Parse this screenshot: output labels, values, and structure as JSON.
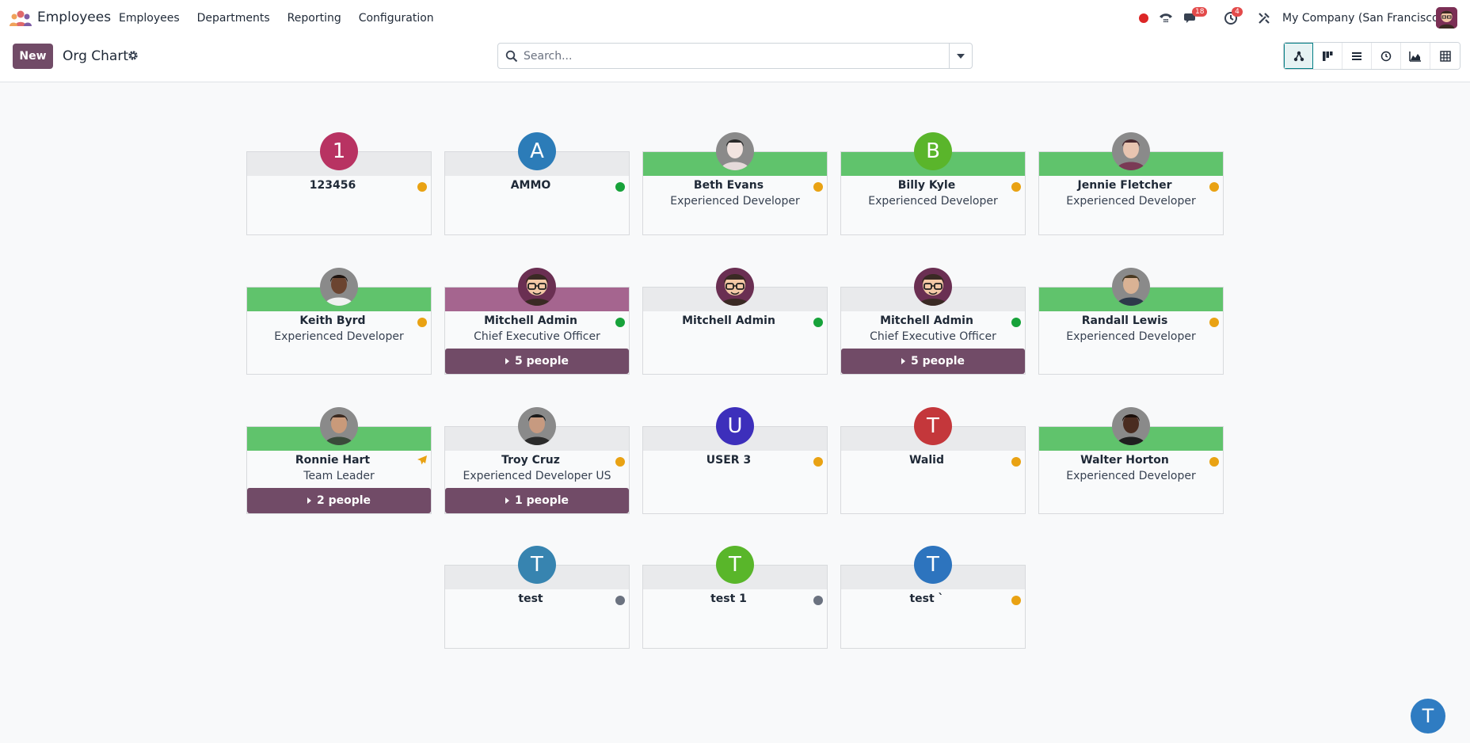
{
  "app": {
    "name": "Employees"
  },
  "nav": [
    "Employees",
    "Departments",
    "Reporting",
    "Configuration"
  ],
  "systray": {
    "messages_badge": "18",
    "activities_badge": "4",
    "company": "My Company (San Francisco)"
  },
  "control": {
    "new_label": "New",
    "title": "Org Chart",
    "search_placeholder": "Search..."
  },
  "cards": [
    {
      "name": "123456",
      "job": "",
      "band": "gray",
      "status": "orange",
      "avatar": {
        "type": "letter",
        "letter": "1",
        "color": "#b83362"
      },
      "people": ""
    },
    {
      "name": "AMMO",
      "job": "",
      "band": "gray",
      "status": "green",
      "avatar": {
        "type": "letter",
        "letter": "A",
        "color": "#2c7cb8"
      },
      "people": ""
    },
    {
      "name": "Beth Evans",
      "job": "Experienced Developer",
      "band": "green",
      "status": "orange",
      "avatar": {
        "type": "photo",
        "skin": "#f2e4e0",
        "hair": "#2a2a2a",
        "shirt": "#e5dada"
      },
      "people": ""
    },
    {
      "name": "Billy Kyle",
      "job": "Experienced Developer",
      "band": "green",
      "status": "orange",
      "avatar": {
        "type": "letter",
        "letter": "B",
        "color": "#5ab52b"
      },
      "people": ""
    },
    {
      "name": "Jennie Fletcher",
      "job": "Experienced Developer",
      "band": "green",
      "status": "orange",
      "avatar": {
        "type": "photo",
        "skin": "#e8c4b0",
        "hair": "#4a2a30",
        "shirt": "#7a3a55"
      },
      "people": ""
    },
    {
      "name": "Keith Byrd",
      "job": "Experienced Developer",
      "band": "green",
      "status": "orange",
      "avatar": {
        "type": "photo",
        "skin": "#6b4430",
        "hair": "#1e1410",
        "shirt": "#f1f1f1"
      },
      "people": ""
    },
    {
      "name": "Mitchell Admin",
      "job": "Chief Executive Officer",
      "band": "purple",
      "status": "green",
      "avatar": {
        "type": "cartoon"
      },
      "people": "5 people"
    },
    {
      "name": "Mitchell Admin",
      "job": "",
      "band": "gray",
      "status": "green",
      "avatar": {
        "type": "cartoon"
      },
      "people": ""
    },
    {
      "name": "Mitchell Admin",
      "job": "Chief Executive Officer",
      "band": "gray",
      "status": "green",
      "avatar": {
        "type": "cartoon"
      },
      "people": "5 people"
    },
    {
      "name": "Randall Lewis",
      "job": "Experienced Developer",
      "band": "green",
      "status": "orange",
      "avatar": {
        "type": "photo",
        "skin": "#d9b294",
        "hair": "#4a3a22",
        "shirt": "#2d3a4a"
      },
      "people": ""
    },
    {
      "name": "Ronnie Hart",
      "job": "Team Leader",
      "band": "green",
      "status": "plane",
      "avatar": {
        "type": "photo",
        "skin": "#c99a7a",
        "hair": "#3b2a20",
        "shirt": "#3a4a3a"
      },
      "people": "2 people"
    },
    {
      "name": "Troy Cruz",
      "job": "Experienced Developer US",
      "band": "gray",
      "status": "orange",
      "avatar": {
        "type": "photo",
        "skin": "#c79a80",
        "hair": "#1b1b1b",
        "shirt": "#2b2b2b"
      },
      "people": "1 people"
    },
    {
      "name": "USER 3",
      "job": "",
      "band": "gray",
      "status": "orange",
      "avatar": {
        "type": "letter",
        "letter": "U",
        "color": "#3d2fbb"
      },
      "people": ""
    },
    {
      "name": "Walid",
      "job": "",
      "band": "gray",
      "status": "orange",
      "avatar": {
        "type": "letter",
        "letter": "T",
        "color": "#c4373b"
      },
      "people": ""
    },
    {
      "name": "Walter Horton",
      "job": "Experienced Developer",
      "band": "green",
      "status": "orange",
      "avatar": {
        "type": "photo",
        "skin": "#4a2c20",
        "hair": "#1a0f0a",
        "shirt": "#1f1f1f"
      },
      "people": ""
    },
    {
      "name": "test",
      "job": "",
      "band": "gray",
      "status": "gray",
      "avatar": {
        "type": "letter",
        "letter": "T",
        "color": "#3784b0"
      },
      "people": ""
    },
    {
      "name": "test 1",
      "job": "",
      "band": "gray",
      "status": "gray",
      "avatar": {
        "type": "letter",
        "letter": "T",
        "color": "#59b62a"
      },
      "people": ""
    },
    {
      "name": "test `",
      "job": "",
      "band": "gray",
      "status": "orange",
      "avatar": {
        "type": "letter",
        "letter": "T",
        "color": "#2d74be"
      },
      "people": ""
    }
  ],
  "colors": {
    "band_gray": "#e9eaec",
    "band_green": "#60c36c",
    "band_purple": "#a5658f",
    "people_btn": "#714b67",
    "status_green": "#17a23a",
    "status_orange": "#e9a213",
    "status_gray": "#6b7280"
  },
  "floating": {
    "letter": "T"
  }
}
